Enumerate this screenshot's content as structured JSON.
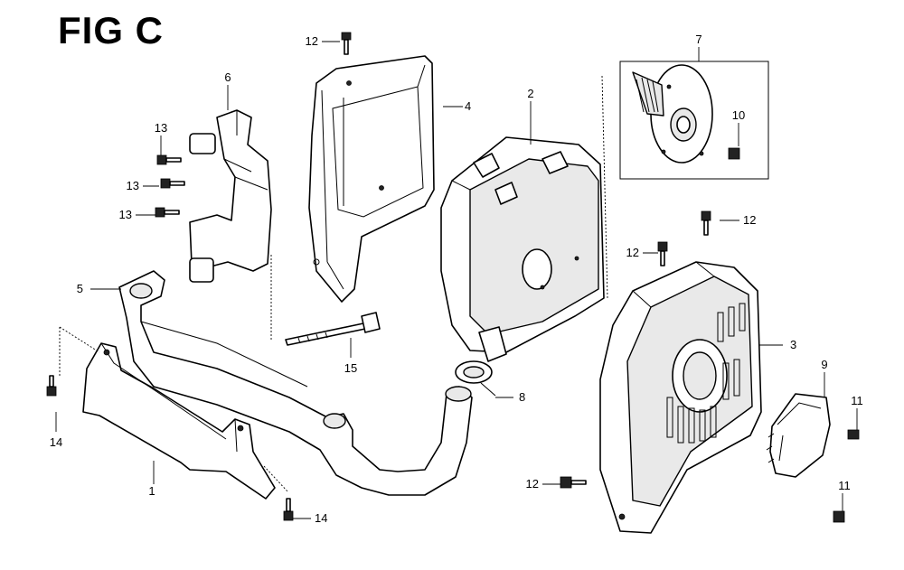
{
  "figure": {
    "title": "FIG C"
  },
  "callouts": [
    {
      "id": "c1",
      "label": "1"
    },
    {
      "id": "c2",
      "label": "2"
    },
    {
      "id": "c3",
      "label": "3"
    },
    {
      "id": "c4",
      "label": "4"
    },
    {
      "id": "c5",
      "label": "5"
    },
    {
      "id": "c6",
      "label": "6"
    },
    {
      "id": "c7",
      "label": "7"
    },
    {
      "id": "c8",
      "label": "8"
    },
    {
      "id": "c9",
      "label": "9"
    },
    {
      "id": "c10",
      "label": "10"
    },
    {
      "id": "c11a",
      "label": "11"
    },
    {
      "id": "c11b",
      "label": "11"
    },
    {
      "id": "c12a",
      "label": "12"
    },
    {
      "id": "c12b",
      "label": "12"
    },
    {
      "id": "c12c",
      "label": "12"
    },
    {
      "id": "c12d",
      "label": "12"
    },
    {
      "id": "c13a",
      "label": "13"
    },
    {
      "id": "c13b",
      "label": "13"
    },
    {
      "id": "c13c",
      "label": "13"
    },
    {
      "id": "c14a",
      "label": "14"
    },
    {
      "id": "c14b",
      "label": "14"
    },
    {
      "id": "c15",
      "label": "15"
    }
  ]
}
